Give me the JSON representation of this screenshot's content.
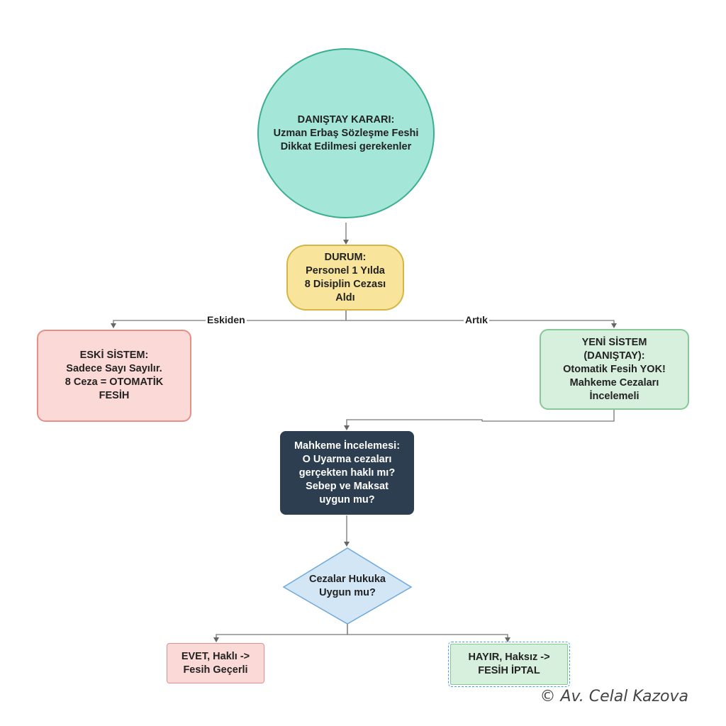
{
  "nodes": {
    "start": {
      "lines": [
        "DANIŞTAY KARARI:",
        "Uzman Erbaş Sözleşme Feshi",
        "Dikkat Edilmesi gerekenler"
      ]
    },
    "situation": {
      "lines": [
        "DURUM:",
        "Personel 1 Yılda",
        "8 Disiplin Cezası",
        "Aldı"
      ]
    },
    "old_system": {
      "lines": [
        "ESKİ SİSTEM:",
        "Sadece Sayı Sayılır.",
        "8 Ceza = OTOMATİK",
        "FESİH"
      ]
    },
    "new_system": {
      "lines": [
        "YENİ SİSTEM",
        "(DANIŞTAY):",
        "Otomatik Fesih YOK!",
        "Mahkeme Cezaları",
        "İncelemeli"
      ]
    },
    "court_review": {
      "lines": [
        "Mahkeme İncelemesi:",
        "O Uyarma cezaları",
        "gerçekten haklı mı?",
        "Sebep ve Maksat",
        "uygun mu?"
      ]
    },
    "decision": {
      "lines": [
        "Cezalar Hukuka",
        "Uygun mu?"
      ]
    },
    "yes_result": {
      "lines": [
        "EVET, Haklı ->",
        "Fesih Geçerli"
      ]
    },
    "no_result": {
      "lines": [
        "HAYIR, Haksız ->",
        "FESİH İPTAL"
      ]
    }
  },
  "edges": {
    "left_label": "Eskiden",
    "right_label": "Artık"
  },
  "colors": {
    "circle_fill": "#a4e6d8",
    "pill_fill": "#f8e59b",
    "red_fill": "#fad9d6",
    "green_fill": "#d7f0dd",
    "dark_fill": "#2d3e50",
    "diamond_fill": "#d2e6f6",
    "line": "#777777"
  },
  "footer": {
    "copyright": "© Av. Celal Kazova"
  }
}
